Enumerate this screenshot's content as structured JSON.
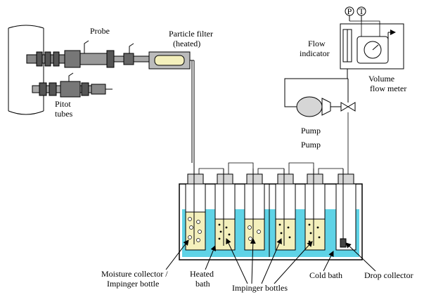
{
  "labels": {
    "probe": "Probe",
    "particle_filter_1": "Particle filter",
    "particle_filter_2": "(heated)",
    "pitot_1": "Pitot",
    "pitot_2": "tubes",
    "flow_indicator_1": "Flow",
    "flow_indicator_2": "indicator",
    "volume_flow_meter_1": "Volume",
    "volume_flow_meter_2": "flow meter",
    "pump_1": "Pump",
    "pump_2": "Pump",
    "moisture_1": "Moisture collector /",
    "moisture_2": "Impinger bottle",
    "heated_bath_1": "Heated",
    "heated_bath_2": "bath",
    "impinger_bottles": "Impinger bottles",
    "cold_bath": "Cold bath",
    "drop_collector": "Drop collector",
    "gauge_p": "P",
    "gauge_t": "T"
  },
  "colors": {
    "water": "#5fd3e6",
    "liquid": "#f4f0bc",
    "bath_bg": "#ffffff",
    "bottle_cap": "#d6d6d6",
    "line": "#000000"
  },
  "icons": [
    "duct",
    "probe",
    "pitot-tubes",
    "particle-filter",
    "impinger-bottle",
    "pump",
    "valve",
    "flow-indicator",
    "volume-flow-meter",
    "pressure-gauge",
    "temperature-gauge",
    "outlet-arrow"
  ]
}
